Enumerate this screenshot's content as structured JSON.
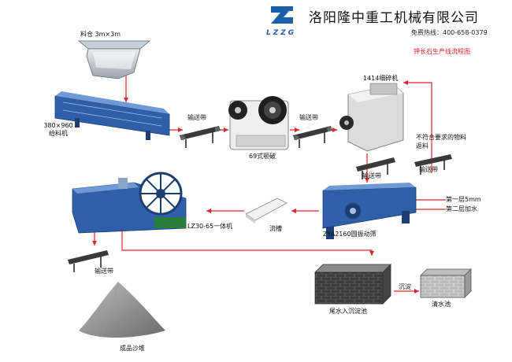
{
  "header": {
    "brand": "LZZG",
    "company": "洛阳隆中重工机械有限公司",
    "hotline": "免费热线：400-658-0379",
    "flow_title": "钾长石生产线流程图"
  },
  "labels": {
    "hopper": "料仓 3m×3m",
    "feeder_1": "380×960",
    "feeder_2": "给料机",
    "conveyor_1": "输送带",
    "jaw_crusher": "69式颚破",
    "conveyor_2": "输送带",
    "fine_crusher": "1414细碎机",
    "reject_1": "不符合要求的物料",
    "reject_2": "返料",
    "conveyor_return": "输送带",
    "conveyor_3": "输送带",
    "layer_1": "第一层5mm",
    "layer_2": "第二层加水",
    "screen": "ZYA2160圆振动筛",
    "chute": "流槽",
    "washer": "LZ30-65一体机",
    "conveyor_4": "输送带",
    "sand_pile": "成品沙堆",
    "sediment_pool": "尾水入沉淀池",
    "sediment_flow": "沉淀",
    "clear_pool": "清水池"
  },
  "colors": {
    "flow_arrow": "#e3242b",
    "machine_blue": "#2f5fa8",
    "brand_blue": "#1a5fa8"
  }
}
